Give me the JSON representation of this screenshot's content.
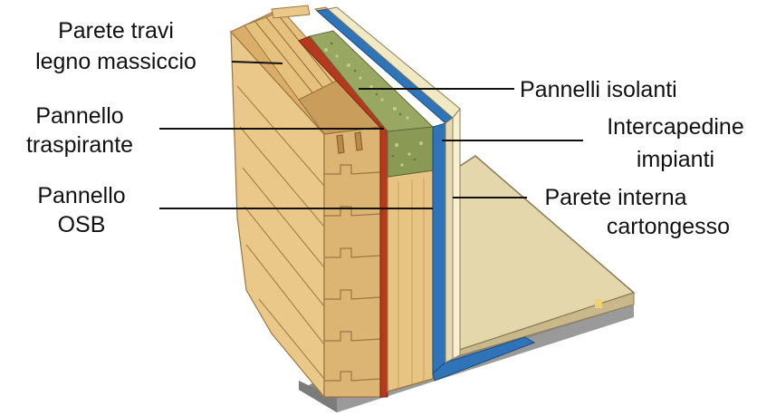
{
  "labels": {
    "parete_travi": [
      "Parete travi",
      "legno massiccio"
    ],
    "pannello_traspirante": [
      "Pannello",
      "traspirante"
    ],
    "pannello_osb": [
      "Pannello",
      "OSB"
    ],
    "pannelli_isolanti": [
      "Pannelli isolanti"
    ],
    "intercapedine_impianti": [
      "Intercapedine",
      "impianti"
    ],
    "parete_interna": [
      "Parete interna",
      "cartongesso"
    ]
  },
  "colors": {
    "wood_light": "#e9c88a",
    "wood_mid": "#d9ae68",
    "wood_dark": "#b98a4a",
    "breathable_membrane": "#b5391e",
    "insulation": "#98a862",
    "service_gap_blue": "#2f74b8",
    "plasterboard": "#f1e8c4",
    "floor": "#e5d7ac",
    "concrete_base": "#8b8b8b"
  }
}
